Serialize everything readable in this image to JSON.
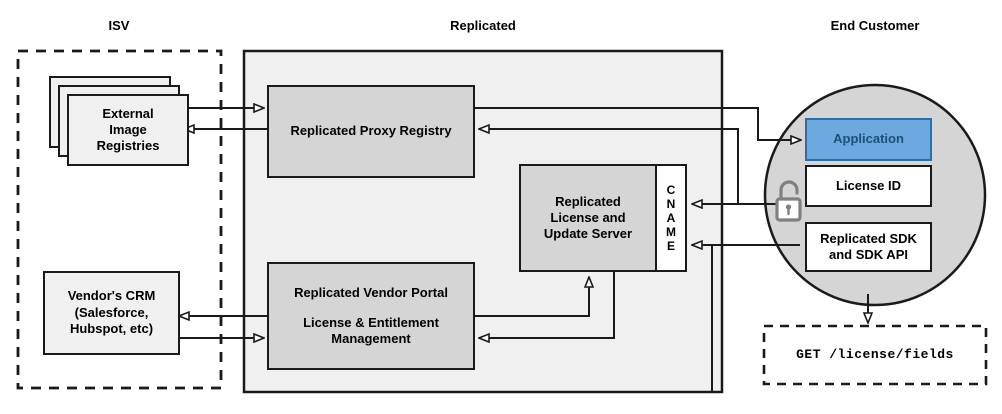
{
  "diagram": {
    "title_isv": "ISV",
    "title_replicated": "Replicated",
    "title_end_customer": "End Customer"
  },
  "colors": {
    "panel_fill": "#f0f0f0",
    "node_fill": "#d5d5d5",
    "circle_fill": "#d5d5d5",
    "application_fill": "#6ca9de",
    "application_text": "#1e4f78",
    "application_border": "#2a6fa8",
    "stroke": "#1a1a1a",
    "lock_stroke": "#808080"
  },
  "isv": {
    "external_registries": {
      "line1": "External",
      "line2": "Image",
      "line3": "Registries"
    },
    "vendor_crm": {
      "line1": "Vendor's CRM",
      "line2": "(Salesforce,",
      "line3": "Hubspot, etc)"
    }
  },
  "replicated": {
    "proxy_registry": "Replicated Proxy Registry",
    "license_update_server": {
      "line1": "Replicated",
      "line2": "License and",
      "line3": "Update Server"
    },
    "cname_letters": [
      "C",
      "N",
      "A",
      "M",
      "E"
    ],
    "vendor_portal": {
      "line1": "Replicated Vendor Portal",
      "line2": "License & Entitlement",
      "line3": "Management"
    }
  },
  "end_customer": {
    "application": "Application",
    "license_id": "License ID",
    "sdk": {
      "line1": "Replicated SDK",
      "line2": "and SDK API"
    },
    "api_request": "GET /license/fields",
    "lock_icon": "open-padlock-icon"
  }
}
